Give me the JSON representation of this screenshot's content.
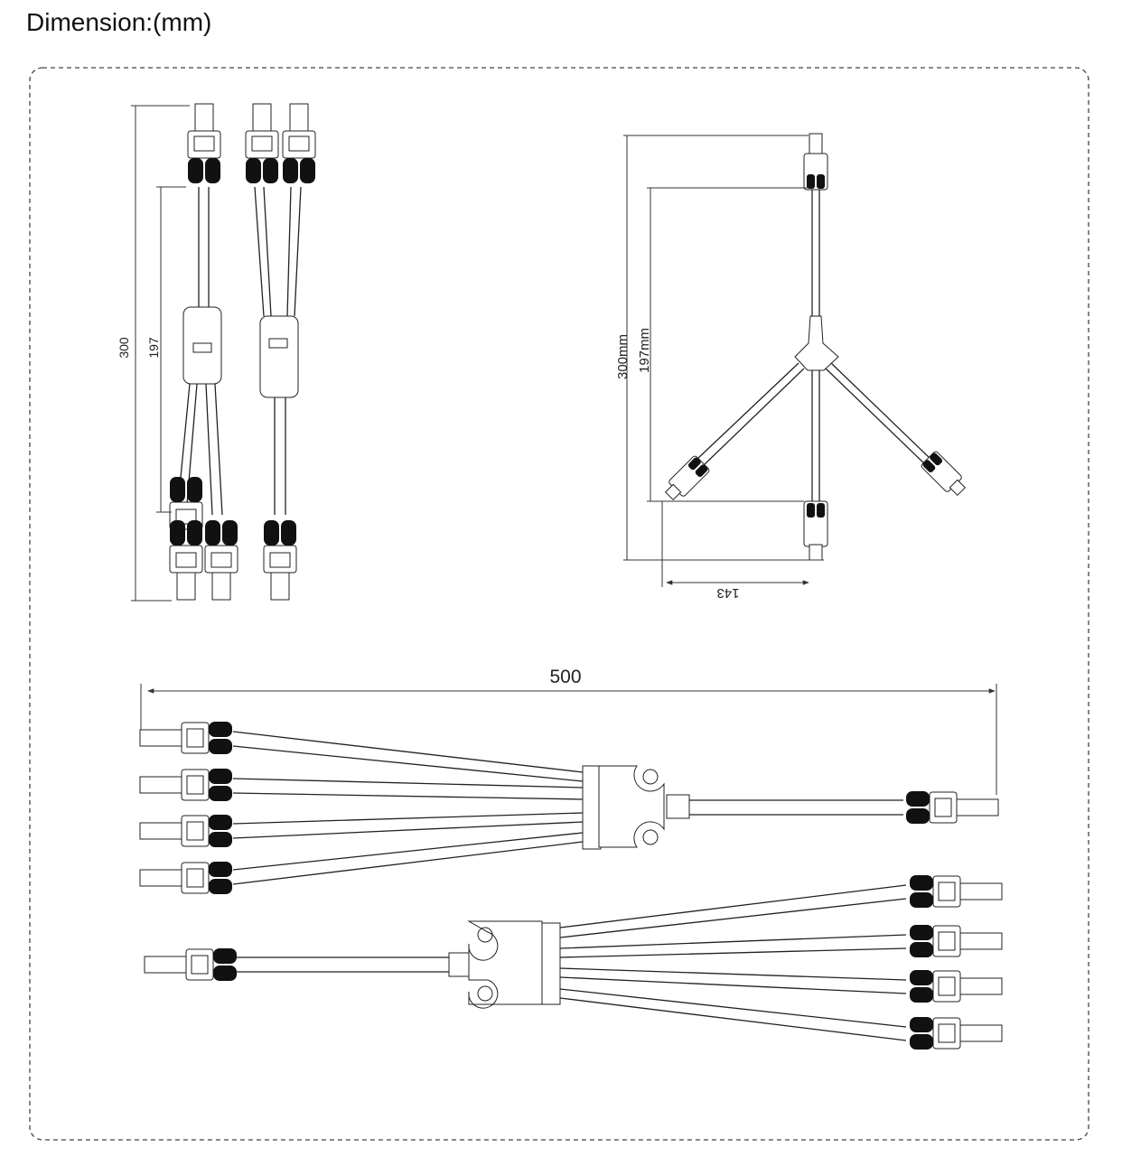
{
  "title": "Dimension:(mm)",
  "y_splitter_front": {
    "overall_length": "300",
    "cable_length": "197"
  },
  "y_splitter_side": {
    "overall_length": "300mm",
    "cable_length": "197mm",
    "width": "143"
  },
  "four_way_splitter": {
    "overall_length": "500"
  }
}
